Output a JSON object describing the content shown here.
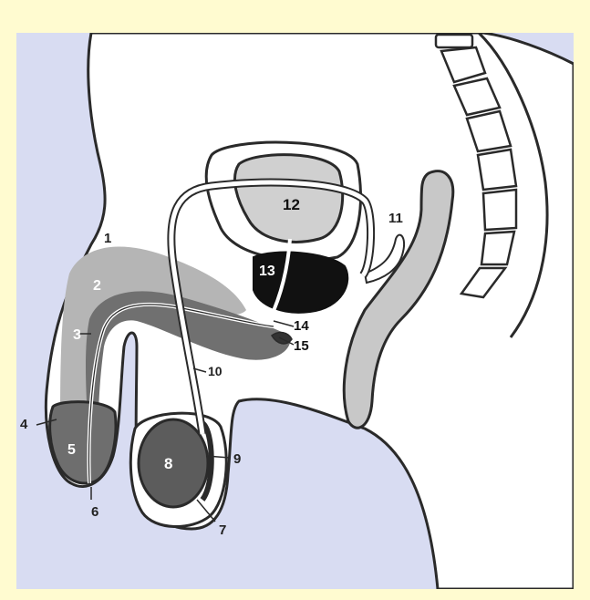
{
  "labels": {
    "l1": "1",
    "l2": "2",
    "l3": "3",
    "l4": "4",
    "l5": "5",
    "l6": "6",
    "l7": "7",
    "l8": "8",
    "l9": "9",
    "l10": "10",
    "l11": "11",
    "l12": "12",
    "l13": "13",
    "l14": "14",
    "l15": "15"
  },
  "colors": {
    "frame": "#fffbd0",
    "background": "#d8dcf2",
    "body": "#ffffff",
    "outline": "#2a2a2a",
    "light_tissue": "#b5b5b5",
    "dark_tissue": "#6e6e6e",
    "very_dark": "#111111"
  }
}
